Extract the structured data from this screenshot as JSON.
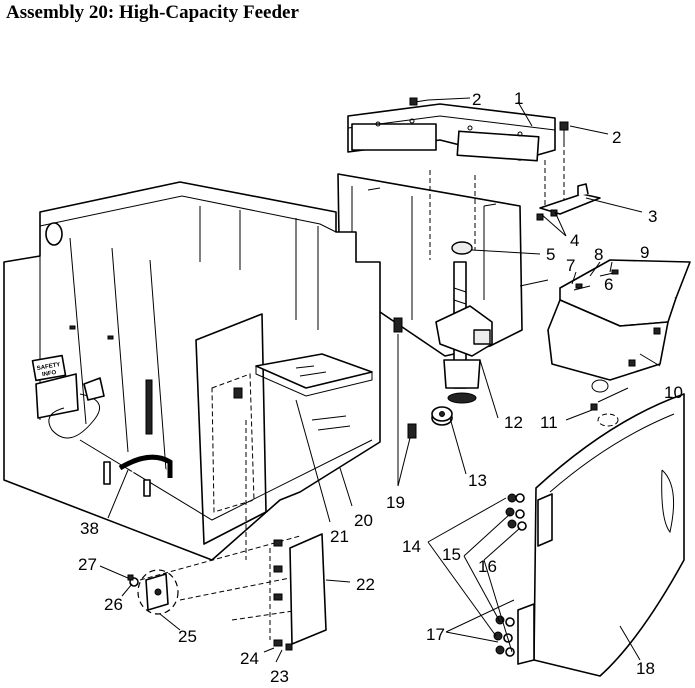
{
  "title": "Assembly 20: High-Capacity Feeder",
  "label_safety": [
    "SAFETY",
    "INFO"
  ],
  "callouts": [
    "1",
    "2",
    "2",
    "3",
    "4",
    "5",
    "6",
    "7",
    "8",
    "9",
    "10",
    "11",
    "12",
    "13",
    "14",
    "15",
    "16",
    "17",
    "18",
    "19",
    "20",
    "21",
    "22",
    "23",
    "24",
    "25",
    "26",
    "27",
    "38"
  ]
}
